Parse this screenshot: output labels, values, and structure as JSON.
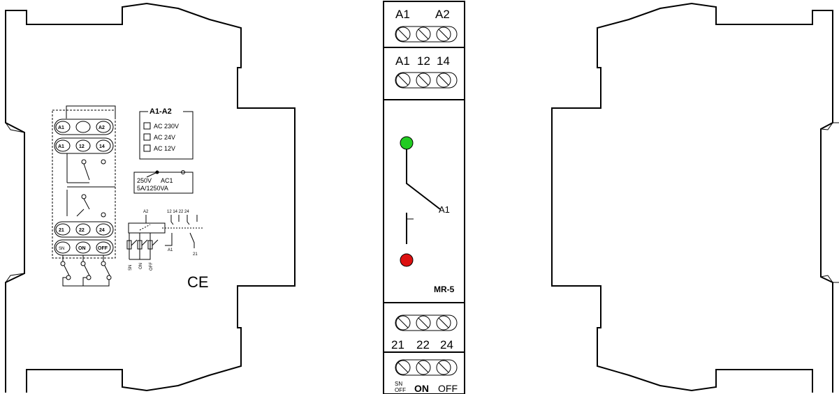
{
  "front": {
    "top_terminal_labels": {
      "a1": "A1",
      "a2": "A2"
    },
    "second_terminal_labels": {
      "a1": "A1",
      "n12": "12",
      "n14": "14"
    },
    "contact_label": "A1",
    "model": "MR-5",
    "lower_terminal_labels": {
      "n21": "21",
      "n22": "22",
      "n24": "24"
    },
    "bottom_terminal_labels": {
      "sn": "SN\nOFF",
      "on": "ON",
      "off": "OFF"
    },
    "led_top_color": "#22cc22",
    "led_bottom_color": "#dd1111"
  },
  "side": {
    "terminal_row1": {
      "a1": "A1",
      "a2": "A2"
    },
    "terminal_row2": {
      "a1": "A1",
      "n12": "12",
      "n14": "14"
    },
    "terminal_row3": {
      "n21": "21",
      "n22": "22",
      "n24": "24"
    },
    "terminal_row4": {
      "sn": "SN",
      "on": "ON",
      "off": "OFF"
    },
    "voltage_header": "A1-A2",
    "voltage_options": [
      "AC 230V",
      "AC 24V",
      "AC 12V"
    ],
    "rating_line1": "250V",
    "rating_ac": "AC1",
    "rating_line2": "5A/1250VA",
    "schematic_labels": {
      "a2": "A2",
      "a1": "A1",
      "n21": "21",
      "contacts": "12 14 22 24",
      "sn": "SN",
      "on": "ON",
      "off": "OFF"
    },
    "ce_mark": "CE"
  }
}
